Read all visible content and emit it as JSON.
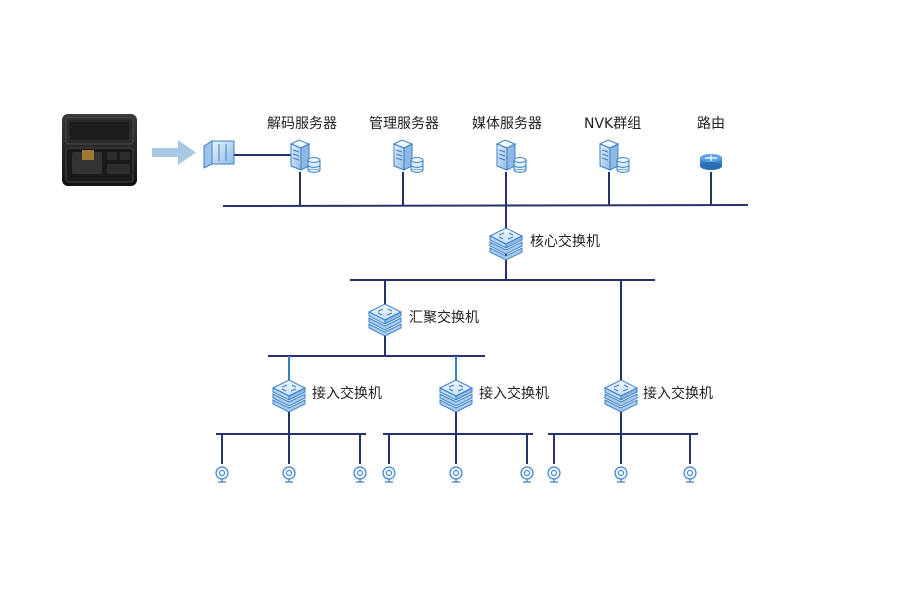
{
  "servers": [
    {
      "label": "解码服务器",
      "icon": "server-icon"
    },
    {
      "label": "管理服务器",
      "icon": "server-icon"
    },
    {
      "label": "媒体服务器",
      "icon": "server-icon"
    },
    {
      "label": "NVK群组",
      "icon": "server-icon"
    },
    {
      "label": "路由",
      "icon": "router-icon"
    }
  ],
  "core_switch": {
    "label": "核心交换机",
    "icon": "switch-icon"
  },
  "aggregation_switch": {
    "label": "汇聚交换机",
    "icon": "switch-icon"
  },
  "access_switches": [
    {
      "label": "接入交换机",
      "icon": "switch-icon"
    },
    {
      "label": "接入交换机",
      "icon": "switch-icon"
    },
    {
      "label": "接入交换机",
      "icon": "switch-icon"
    }
  ],
  "cameras_per_access_switch": 3,
  "colors": {
    "line": "#26326e",
    "accent_line": "#2f7fc1",
    "arrow": "#a9c8e2",
    "icon": "#3a7fc8",
    "label": "#222222"
  }
}
